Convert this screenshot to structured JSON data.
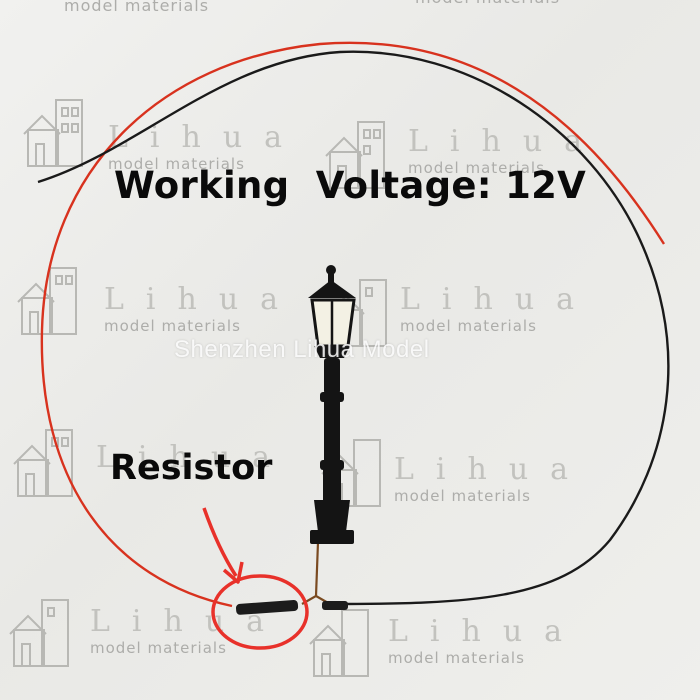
{
  "watermark": {
    "brand": "Lihua",
    "subtitle": "model materials"
  },
  "annotations": {
    "title": "Working  Voltage: 12V",
    "resistor_label": "Resistor",
    "credit_watermark": "Shenzhen Lihua Model"
  },
  "colors": {
    "red_wire": "#d8321e",
    "black_wire": "#1a1a1a",
    "highlight_circle": "#e8312a",
    "arrow": "#e8312a"
  },
  "icons": [
    "lamp-post-icon",
    "house-watermark-icon"
  ]
}
